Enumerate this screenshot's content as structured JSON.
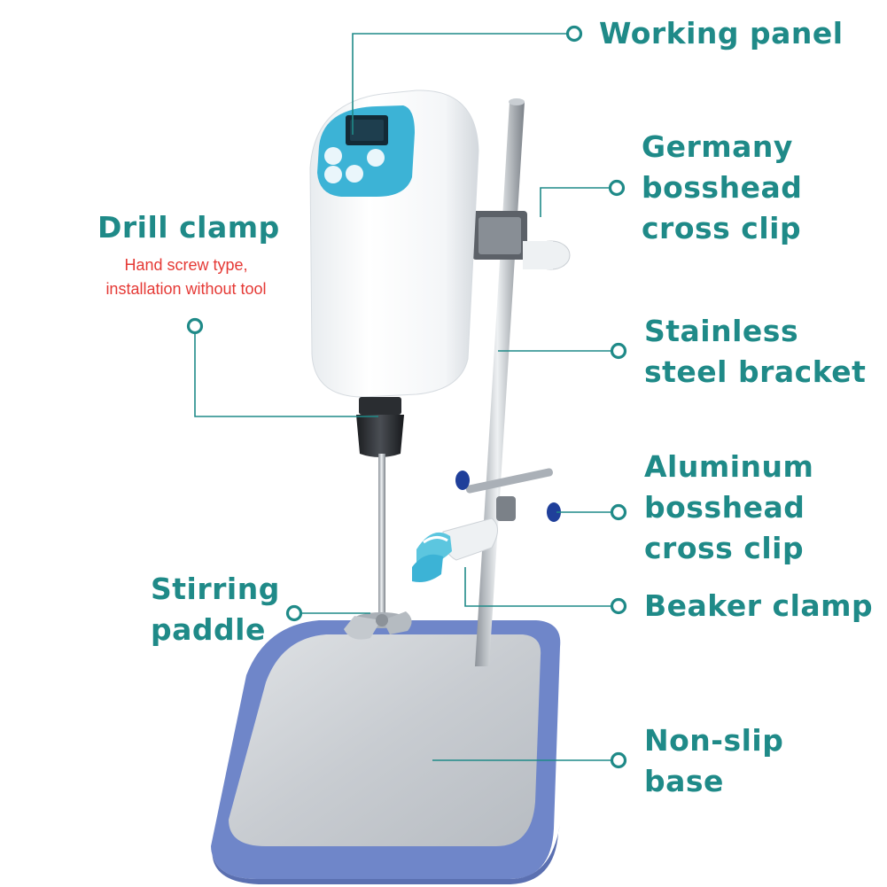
{
  "colors": {
    "accent": "#1f8a88",
    "note": "#e53935",
    "base_blue": "#6f86c9",
    "screen_blue": "#3cb3d6"
  },
  "labels": {
    "working_panel": {
      "lines": [
        "Working panel"
      ]
    },
    "germany_clip": {
      "lines": [
        "Germany",
        "bosshead",
        "cross clip"
      ]
    },
    "drill_clamp": {
      "lines": [
        "Drill clamp"
      ]
    },
    "drill_note": {
      "lines": [
        "Hand screw type,",
        "installation without tool"
      ]
    },
    "bracket": {
      "lines": [
        "Stainless",
        "steel bracket"
      ]
    },
    "aluminum_clip": {
      "lines": [
        "Aluminum",
        "bosshead",
        "cross clip"
      ]
    },
    "stirring_paddle": {
      "lines": [
        "Stirring",
        "paddle"
      ]
    },
    "beaker_clamp": {
      "lines": [
        "Beaker clamp"
      ]
    },
    "base": {
      "lines": [
        "Non-slip",
        "base"
      ]
    }
  }
}
